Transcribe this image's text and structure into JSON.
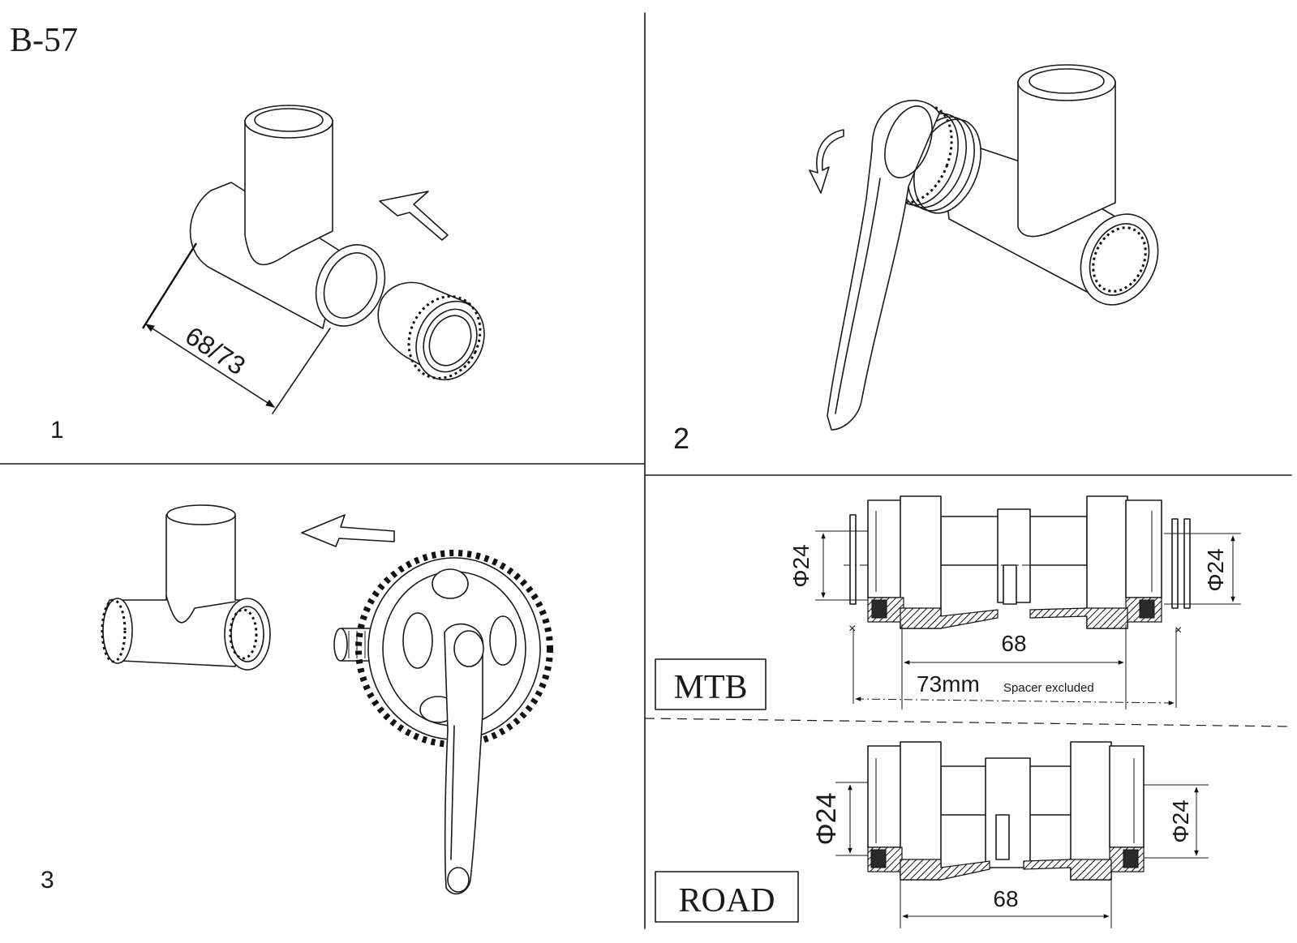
{
  "model": "B-57",
  "steps": [
    {
      "number": "1",
      "dimension": "68/73"
    },
    {
      "number": "2"
    },
    {
      "number": "3"
    }
  ],
  "mtb": {
    "label": "MTB",
    "diameter_left": "Φ24",
    "diameter_right": "Φ24",
    "width": "68",
    "total_width": "73mm",
    "note": "Spacer excluded"
  },
  "road": {
    "label": "ROAD",
    "diameter_left": "Φ24",
    "diameter_right": "Φ24",
    "width": "68"
  }
}
